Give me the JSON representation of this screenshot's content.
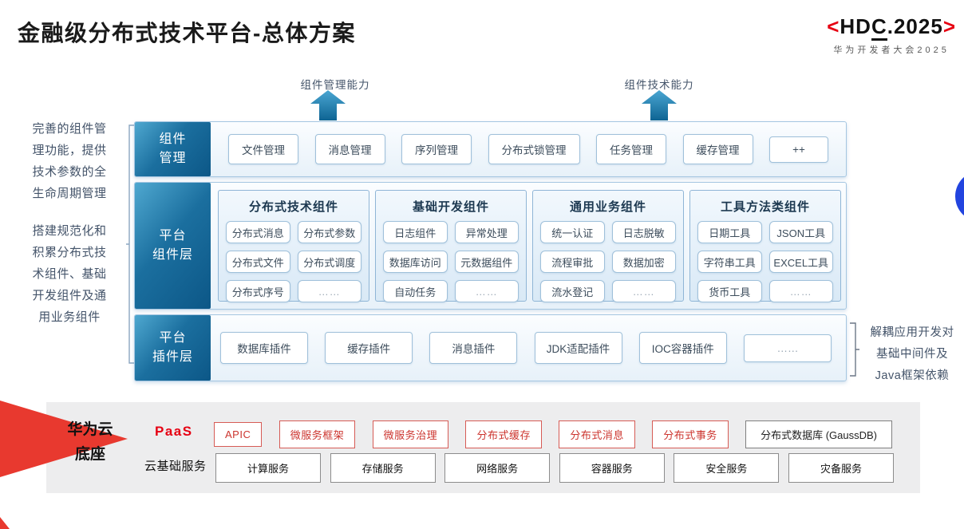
{
  "slide": {
    "title": "金融级分布式技术平台-总体方案",
    "logo": {
      "bracket_left": "<",
      "hd": "HD",
      "c": "C",
      "rest": ".2025",
      "bracket_right": ">",
      "subtitle": "华为开发者大会2025"
    }
  },
  "capability_arrows": {
    "left": "组件管理能力",
    "right": "组件技术能力"
  },
  "annotations": {
    "left_top": "完善的组件管\n理功能，提供\n技术参数的全\n生命周期管理",
    "left_bottom": "搭建规范化和\n积累分布式技\n术组件、基础\n开发组件及通\n用业务组件",
    "right": "解耦应用开发对\n基础中间件及\nJava框架依赖"
  },
  "layers": {
    "management": {
      "label": "组件\n管理",
      "items": [
        "文件管理",
        "消息管理",
        "序列管理",
        "分布式锁管理",
        "任务管理",
        "缓存管理",
        "++"
      ]
    },
    "components": {
      "label": "平台\n组件层",
      "groups": [
        {
          "title": "分布式技术组件",
          "items": [
            "分布式消息",
            "分布式参数",
            "分布式文件",
            "分布式调度",
            "分布式序号",
            "……"
          ]
        },
        {
          "title": "基础开发组件",
          "items": [
            "日志组件",
            "异常处理",
            "数据库访问",
            "元数据组件",
            "自动任务",
            "……"
          ]
        },
        {
          "title": "通用业务组件",
          "items": [
            "统一认证",
            "日志脱敏",
            "流程审批",
            "数据加密",
            "流水登记",
            "……"
          ]
        },
        {
          "title": "工具方法类组件",
          "items": [
            "日期工具",
            "JSON工具",
            "字符串工具",
            "EXCEL工具",
            "货币工具",
            "……"
          ]
        }
      ]
    },
    "plugins": {
      "label": "平台\n插件层",
      "items": [
        "数据库插件",
        "缓存插件",
        "消息插件",
        "JDK适配插件",
        "IOC容器插件",
        "……"
      ]
    }
  },
  "foundation": {
    "base_label": "华为云\n底座",
    "paas_label": "PaaS",
    "cloud_label": "云基础服务",
    "paas_items": [
      "APIC",
      "微服务框架",
      "微服务治理",
      "分布式缓存",
      "分布式消息",
      "分布式事务"
    ],
    "gauss_item": "分布式数据库 (GaussDB)",
    "cloud_items": [
      "计算服务",
      "存储服务",
      "网络服务",
      "容器服务",
      "安全服务",
      "灾备服务"
    ]
  },
  "colors": {
    "accent_red": "#e60012",
    "layer_teal": "#0c5787",
    "arrow_blue": "#16699b",
    "circle_blue": "#2244df",
    "foundation_gray": "#ededee"
  }
}
